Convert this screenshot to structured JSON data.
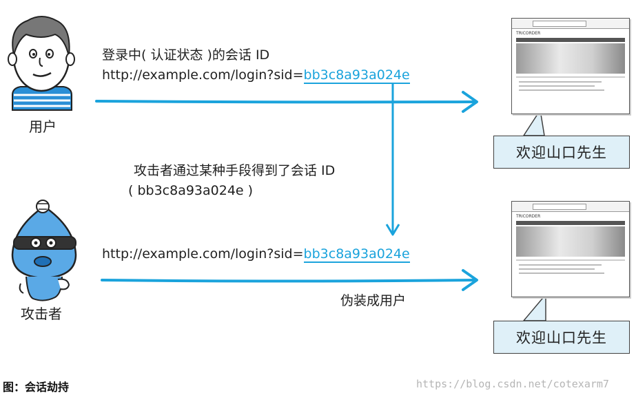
{
  "user": {
    "label": "用户"
  },
  "attacker": {
    "label": "攻击者"
  },
  "flow1": {
    "line1": "登录中( 认证状态 )的会话 ID",
    "url_prefix": "http://example.com/login?sid=",
    "sid": "bb3c8a93a024e"
  },
  "steal": {
    "line1": "攻击者通过某种手段得到了会话 ID",
    "line2": "( bb3c8a93a024e )"
  },
  "flow2": {
    "url_prefix": "http://example.com/login?sid=",
    "sid": "bb3c8a93a024e",
    "disguise": "伪装成用户"
  },
  "bubble_top": "欢迎山口先生",
  "bubble_bottom": "欢迎山口先生",
  "browser": {
    "site_name": "TRICORDER"
  },
  "caption": "图：会话劫持",
  "watermark": "https://blog.csdn.net/cotexarm7",
  "colors": {
    "arrow": "#1aa3dc",
    "bubble_bg": "#dff0f8",
    "sid_text": "#1aa3dc"
  }
}
